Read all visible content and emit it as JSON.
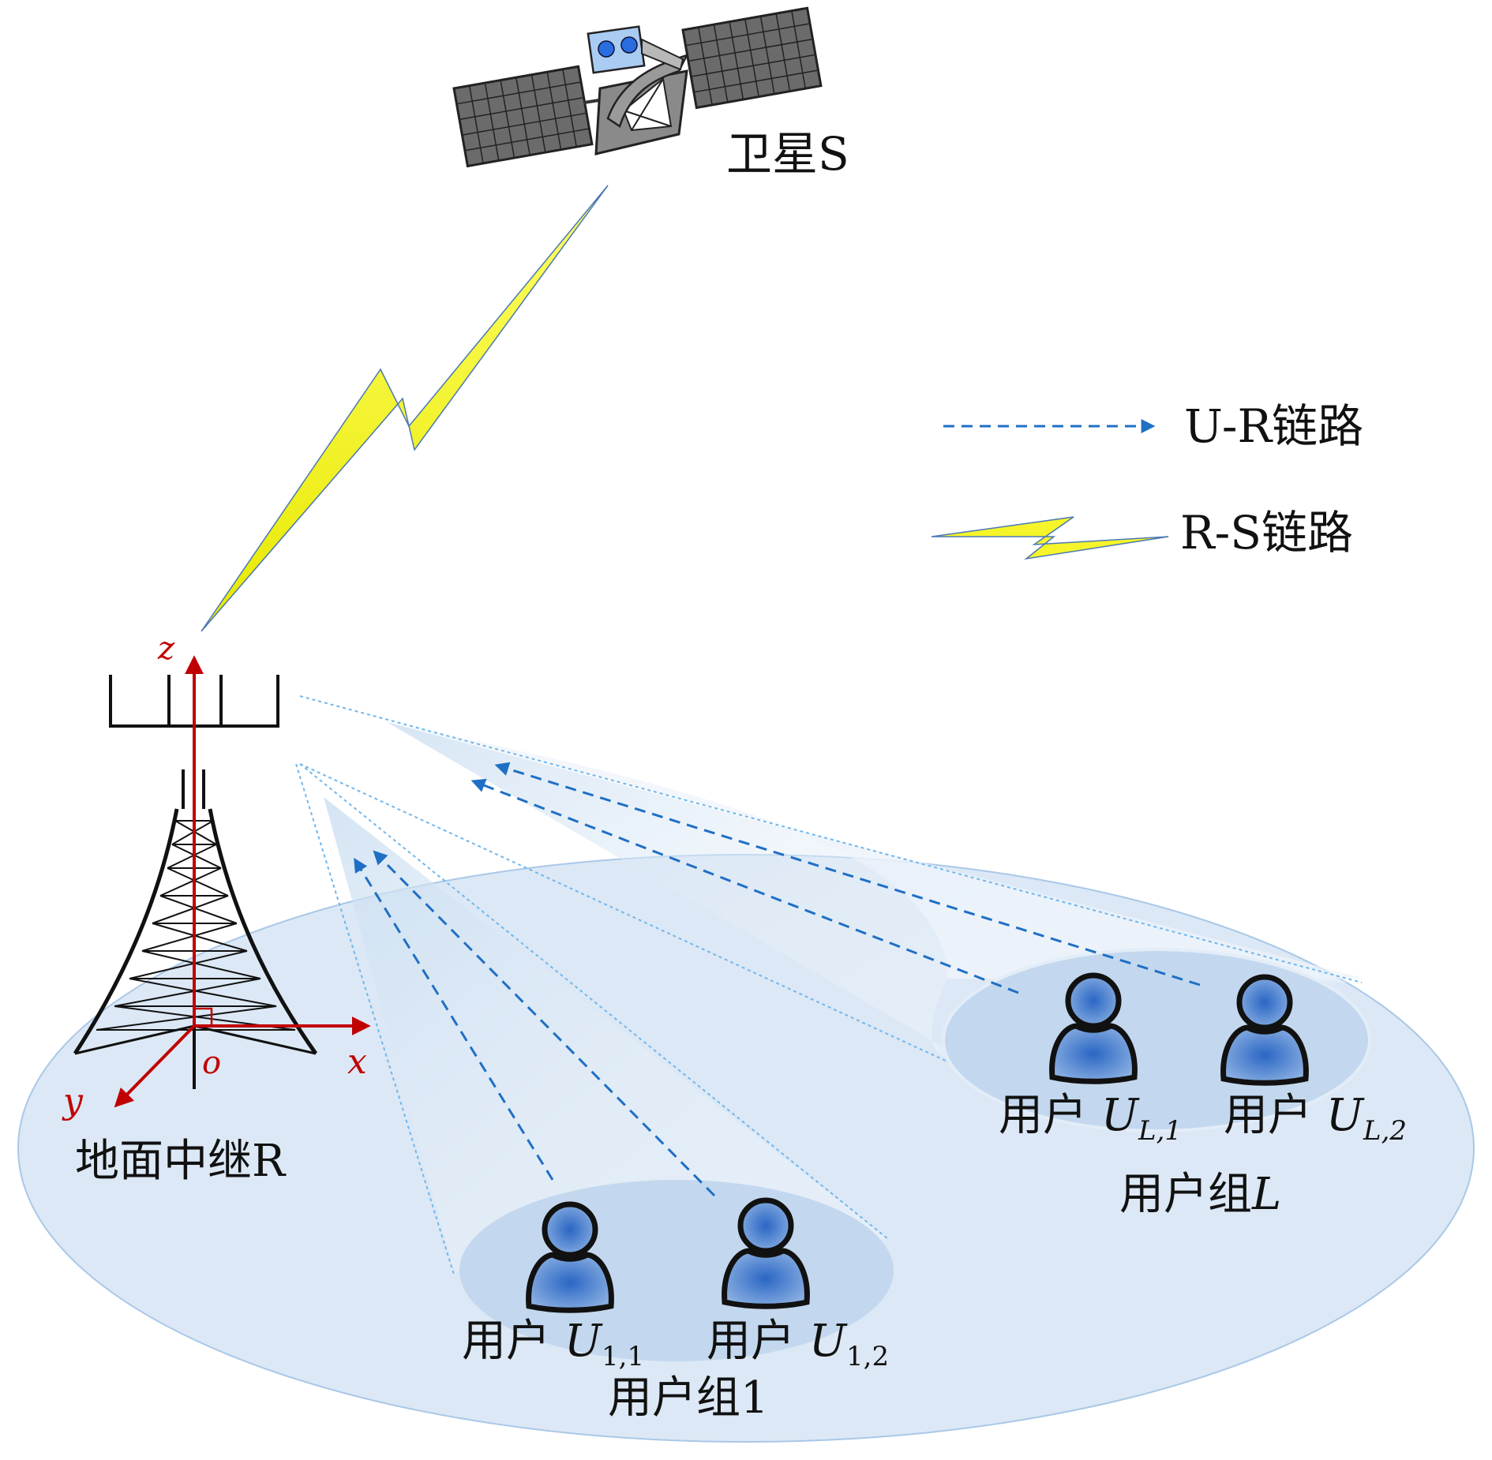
{
  "satellite": {
    "label": "卫星S"
  },
  "relay": {
    "label": "地面中继R"
  },
  "axes": {
    "x": "x",
    "y": "y",
    "z": "z",
    "origin": "o"
  },
  "legend": {
    "ur_label": "U-R链路",
    "rs_label": "R-S链路"
  },
  "groups": [
    {
      "label": "用户组1",
      "users": [
        {
          "prefix": "用户 ",
          "var": "U",
          "sub": "1,1"
        },
        {
          "prefix": "用户 ",
          "var": "U",
          "sub": "1,2"
        }
      ]
    },
    {
      "label_prefix": "用户组",
      "label_var": "L",
      "users": [
        {
          "prefix": "用户 ",
          "var": "U",
          "sub": "L,1"
        },
        {
          "prefix": "用户 ",
          "var": "U",
          "sub": "L,2"
        }
      ]
    }
  ],
  "colors": {
    "link_blue": "#1f6fc5",
    "lightning_yellow": "#f5f52a",
    "axis_red": "#c00000",
    "ground_blue": "#dce8f5",
    "user_blue": "#3a78c8"
  }
}
